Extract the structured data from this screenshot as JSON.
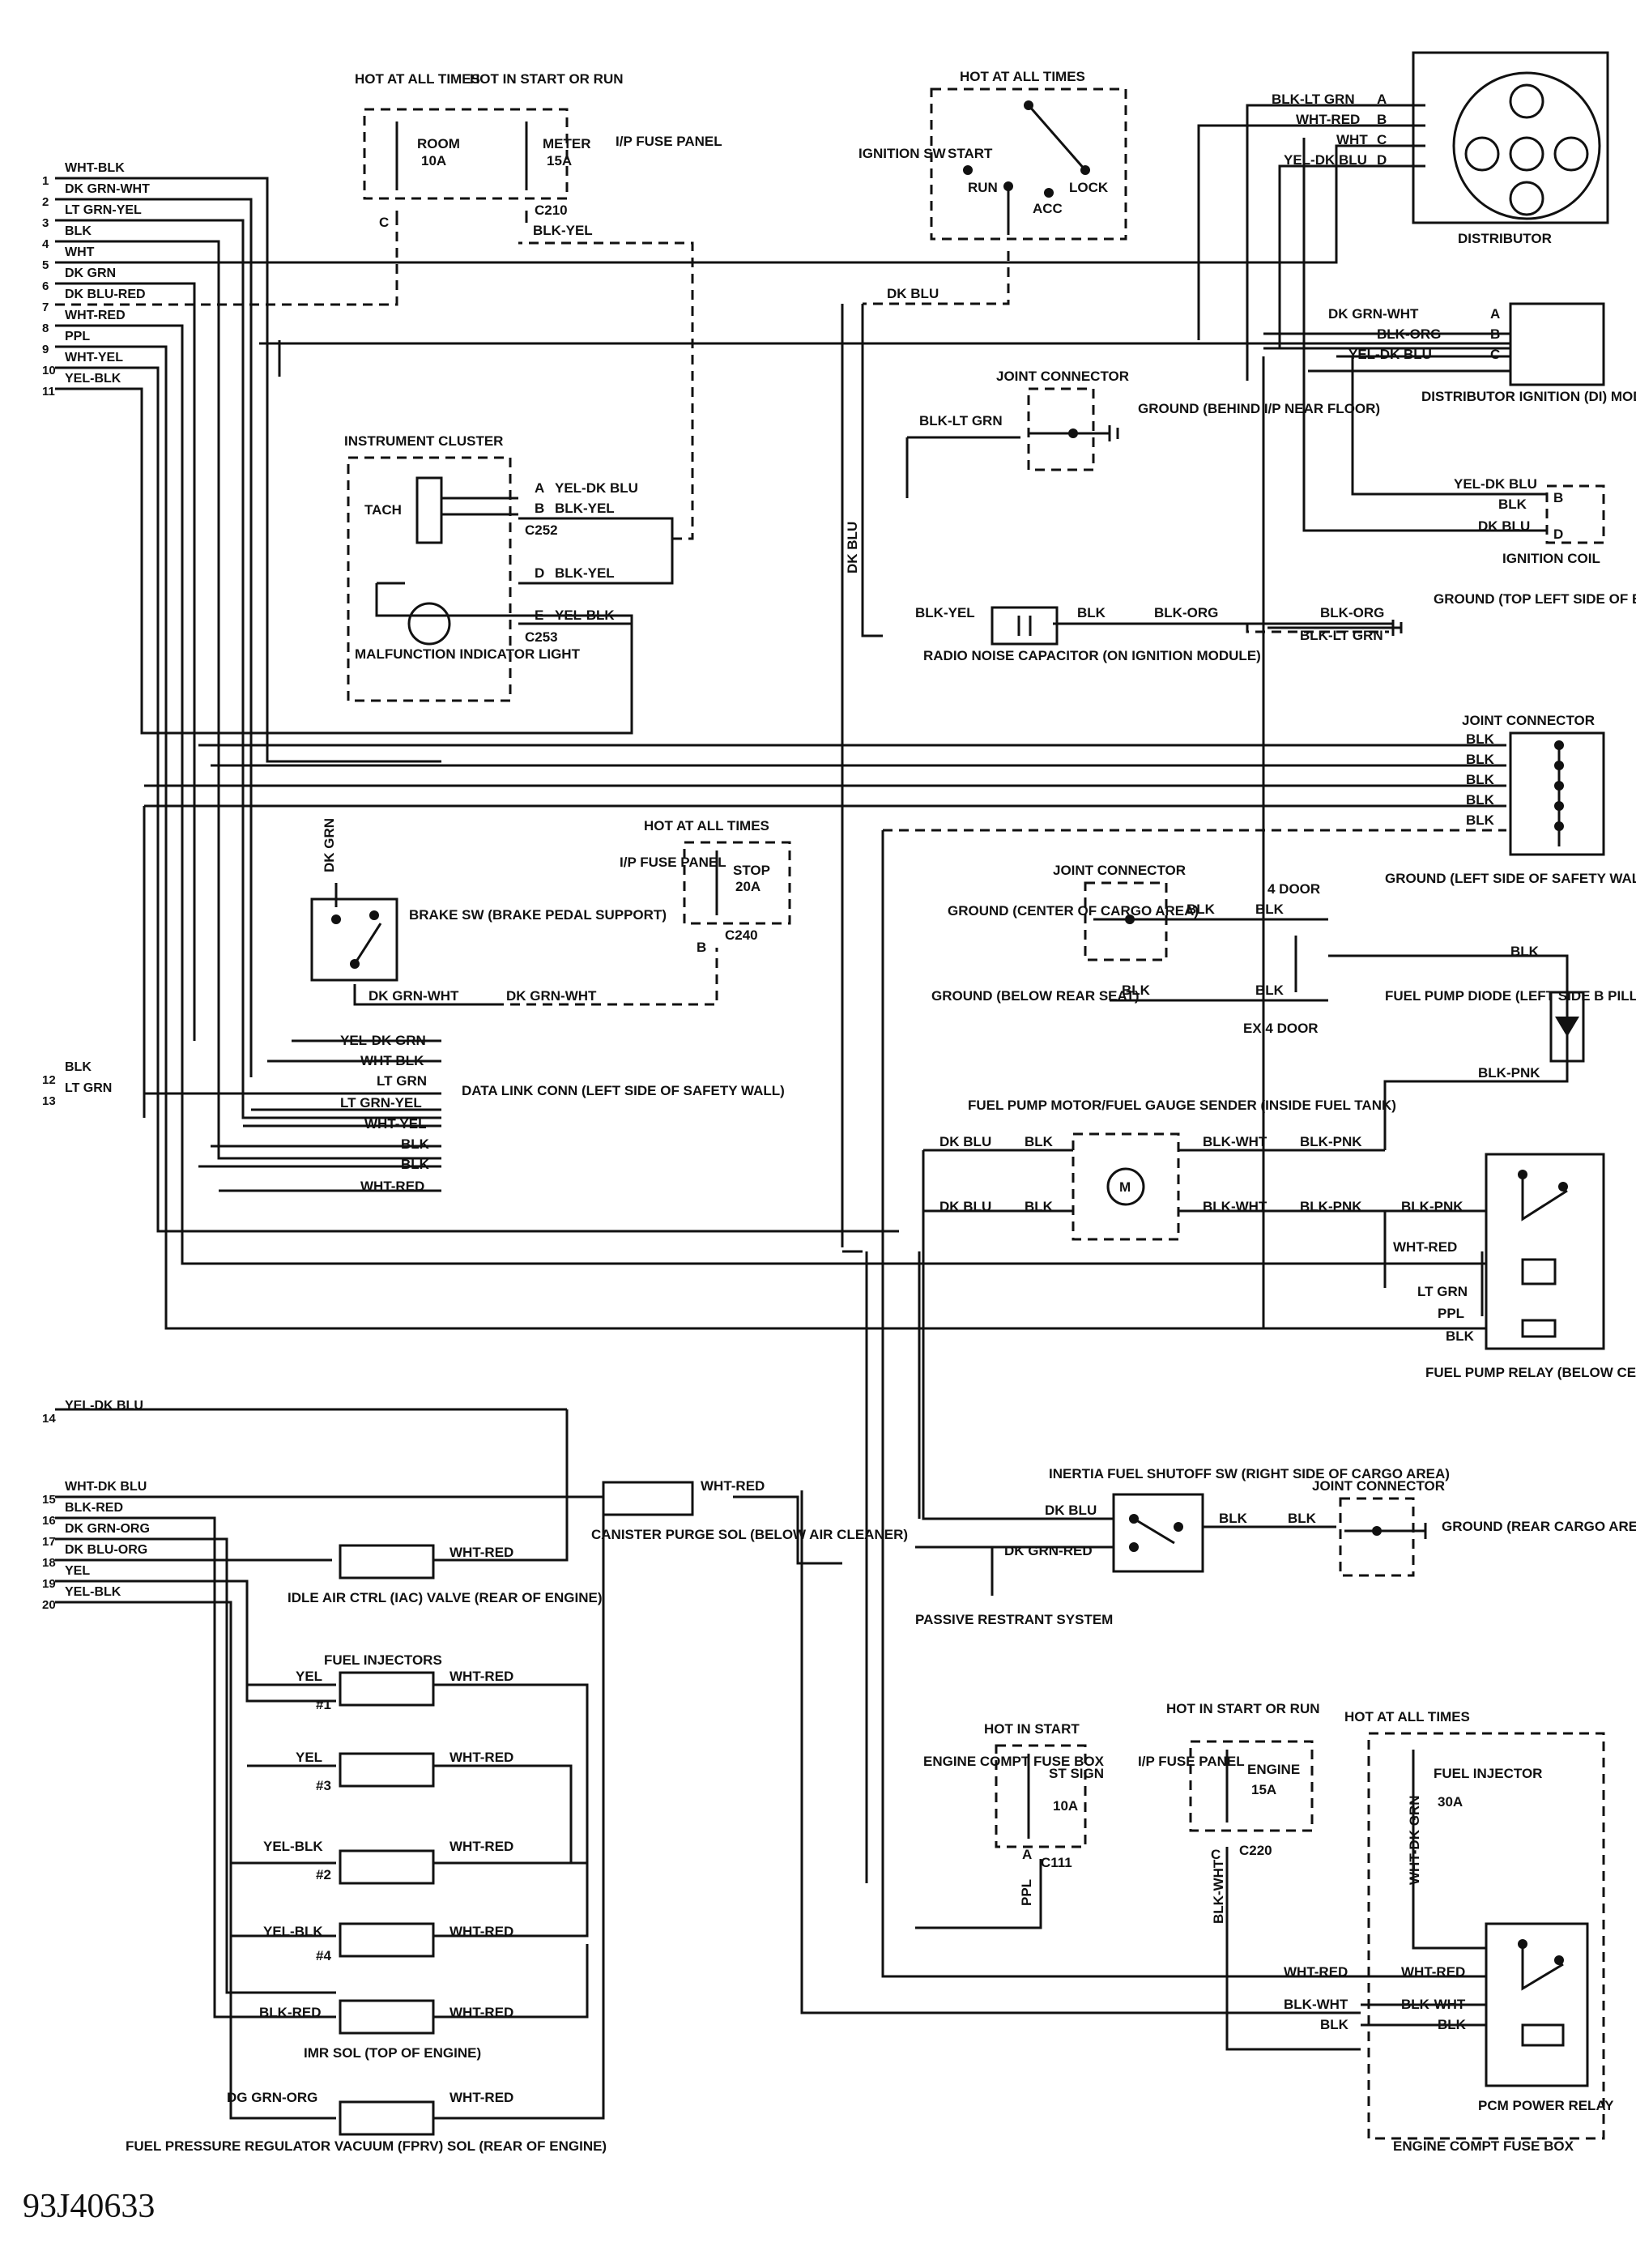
{
  "figure_id": "93J40633",
  "connector": {
    "pins": [
      "1",
      "2",
      "3",
      "4",
      "5",
      "6",
      "7",
      "8",
      "9",
      "10",
      "11",
      "12",
      "13",
      "14",
      "15",
      "16",
      "17",
      "18",
      "19",
      "20"
    ],
    "wires": [
      "WHT-BLK",
      "DK GRN-WHT",
      "LT GRN-YEL",
      "BLK",
      "WHT",
      "DK GRN",
      "DK BLU-RED",
      "WHT-RED",
      "PPL",
      "WHT-YEL",
      "YEL-BLK",
      "BLK",
      "LT GRN",
      "YEL-DK BLU",
      "WHT-DK BLU",
      "BLK-RED",
      "DK GRN-ORG",
      "DK BLU-ORG",
      "YEL",
      "YEL-BLK"
    ]
  },
  "ip_fuse_top": {
    "title": "HOT AT ALL TIMES",
    "title2": "HOT IN START OR RUN",
    "room": "ROOM",
    "room_amp": "10A",
    "meter": "METER",
    "meter_amp": "15A",
    "panel": "I/P FUSE PANEL",
    "c": "C",
    "c210": "C210",
    "blkyel": "BLK-YEL"
  },
  "ignition_sw": {
    "hot": "HOT AT ALL TIMES",
    "label": "IGNITION SW",
    "start": "START",
    "run": "RUN",
    "acc": "ACC",
    "lock": "LOCK",
    "dkblu": "DK BLU"
  },
  "distributor": {
    "label": "DISTRIBUTOR",
    "wires": [
      "BLK-LT GRN",
      "WHT-RED",
      "WHT",
      "YEL-DK BLU"
    ],
    "pins": [
      "A",
      "B",
      "C",
      "D"
    ]
  },
  "di_module": {
    "label": "DISTRIBUTOR IGNITION (DI) MODULE (LEFT WHEELWELL)",
    "wires": [
      "DK GRN-WHT",
      "BLK-ORG",
      "YEL-DK BLU"
    ],
    "pins": [
      "A",
      "B",
      "C"
    ]
  },
  "jc_ip": {
    "title": "JOINT CONNECTOR",
    "wire": "BLK-LT GRN",
    "ground": "GROUND (BEHIND I/P NEAR FLOOR)"
  },
  "ign_coil": {
    "label": "IGNITION COIL",
    "wires": [
      "YEL-DK BLU",
      "BLK",
      "DK BLU"
    ],
    "pins": [
      "B",
      "D"
    ]
  },
  "rnc": {
    "label": "RADIO NOISE CAPACITOR (ON IGNITION MODULE)",
    "blkyel": "BLK-YEL",
    "blk": "BLK",
    "blkorg": "BLK-ORG",
    "blkorg2": "BLK-ORG",
    "blkltgrn": "BLK-LT GRN",
    "ground": "GROUND (TOP LEFT SIDE OF ENGINE)",
    "dkblu_v": "DK BLU"
  },
  "cluster": {
    "title": "INSTRUMENT CLUSTER",
    "tach": "TACH",
    "pins": [
      "A",
      "B",
      "D",
      "E"
    ],
    "wires": [
      "YEL-DK BLU",
      "BLK-YEL",
      "BLK-YEL",
      "YEL-BLK"
    ],
    "c252": "C252",
    "c253": "C253",
    "mil": "MALFUNCTION INDICATOR LIGHT"
  },
  "jc_safety": {
    "title": "JOINT CONNECTOR",
    "wires": [
      "BLK",
      "BLK",
      "BLK",
      "BLK",
      "BLK"
    ],
    "ground": "GROUND (LEFT SIDE OF SAFETY WALL)"
  },
  "brake": {
    "dkgrn_v": "DK GRN",
    "label": "BRAKE SW (BRAKE PEDAL SUPPORT)",
    "w1": "DK GRN-WHT",
    "w2": "DK GRN-WHT"
  },
  "stop_fuse": {
    "hot": "HOT AT ALL TIMES",
    "panel": "I/P FUSE PANEL",
    "stop": "STOP",
    "amp": "20A",
    "b": "B",
    "c240": "C240"
  },
  "dlc": {
    "label": "DATA LINK CONN (LEFT SIDE OF SAFETY WALL)",
    "wires": [
      "YEL-DK GRN",
      "WHT-BLK",
      "LT GRN",
      "LT GRN-YEL",
      "WHT-YEL",
      "BLK",
      "BLK",
      "WHT-RED"
    ]
  },
  "cargo": {
    "title": "JOINT CONNECTOR",
    "ground1": "GROUND (CENTER OF CARGO AREA)",
    "ground2": "GROUND (BELOW REAR SEAT)",
    "blk1": "BLK",
    "blk2": "BLK",
    "blk3": "BLK",
    "blk4": "BLK",
    "door4": "4 DOOR",
    "ex4": "EX 4 DOOR"
  },
  "diode": {
    "label": "FUEL PUMP DIODE (LEFT SIDE B PILLAR)",
    "blk": "BLK",
    "blkpnk": "BLK-PNK"
  },
  "pump": {
    "title": "FUEL PUMP MOTOR/FUEL GAUGE SENDER (INSIDE FUEL TANK)",
    "m": "M",
    "dkblu1": "DK BLU",
    "blk1": "BLK",
    "blkwht1": "BLK-WHT",
    "blkpnk1": "BLK-PNK",
    "dkblu2": "DK BLU",
    "blk2": "BLK",
    "blkwht2": "BLK-WHT",
    "blkpnk2": "BLK-PNK",
    "blkpnk3": "BLK-PNK"
  },
  "relay": {
    "label": "FUEL PUMP RELAY (BELOW CENTER OF I/P)",
    "wires": [
      "WHT-RED",
      "LT GRN",
      "PPL",
      "BLK"
    ]
  },
  "lower_left": {
    "purge": "CANISTER PURGE SOL (BELOW AIR CLEANER)",
    "purge_w": "WHT-RED",
    "iac": "IDLE AIR CTRL (IAC) VALVE (REAR OF ENGINE)",
    "iac_w": "WHT-RED",
    "inj_title": "FUEL INJECTORS",
    "inj_left": [
      "YEL",
      "YEL",
      "YEL-BLK",
      "YEL-BLK"
    ],
    "inj_num": [
      "#1",
      "#3",
      "#2",
      "#4"
    ],
    "inj_right": [
      "WHT-RED",
      "WHT-RED",
      "WHT-RED",
      "WHT-RED"
    ],
    "imr_w": "BLK-RED",
    "imr_r": "WHT-RED",
    "imr": "IMR SOL (TOP OF ENGINE)",
    "fprv_w": "DG GRN-ORG",
    "fprv_r": "WHT-RED",
    "fprv": "FUEL PRESSURE REGULATOR VACUUM (FPRV) SOL (REAR OF ENGINE)"
  },
  "inertia": {
    "label": "INERTIA FUEL SHUTOFF SW (RIGHT SIDE OF CARGO AREA)",
    "dkblu": "DK BLU",
    "dkgrnred": "DK GRN-RED",
    "blk1": "BLK",
    "blk2": "BLK",
    "jc": "JOINT CONNECTOR",
    "ground": "GROUND (REAR CARGO AREA)",
    "passive": "PASSIVE RESTRANT SYSTEM"
  },
  "fuses_bottom": {
    "hot_start": "HOT IN START",
    "box": "ENGINE COMPT FUSE BOX",
    "st_sign": "ST SIGN",
    "st_amp": "10A",
    "a": "A",
    "c111": "C111",
    "ppl": "PPL",
    "hot_run": "HOT IN START OR RUN",
    "ip_panel": "I/P FUSE PANEL",
    "engine": "ENGINE",
    "engine_amp": "15A",
    "c": "C",
    "c220": "C220",
    "blkwht": "BLK-WHT",
    "hot_all": "HOT AT ALL TIMES",
    "fuel_inj": "FUEL INJECTOR",
    "fi_amp": "30A",
    "whtdkgrn": "WHT-DK GRN"
  },
  "pcm": {
    "label": "PCM POWER RELAY",
    "box": "ENGINE COMPT FUSE BOX",
    "outer": [
      "WHT-RED",
      "BLK-WHT",
      "BLK"
    ],
    "inner": [
      "WHT-RED",
      "BLK-WHT",
      "BLK"
    ]
  }
}
